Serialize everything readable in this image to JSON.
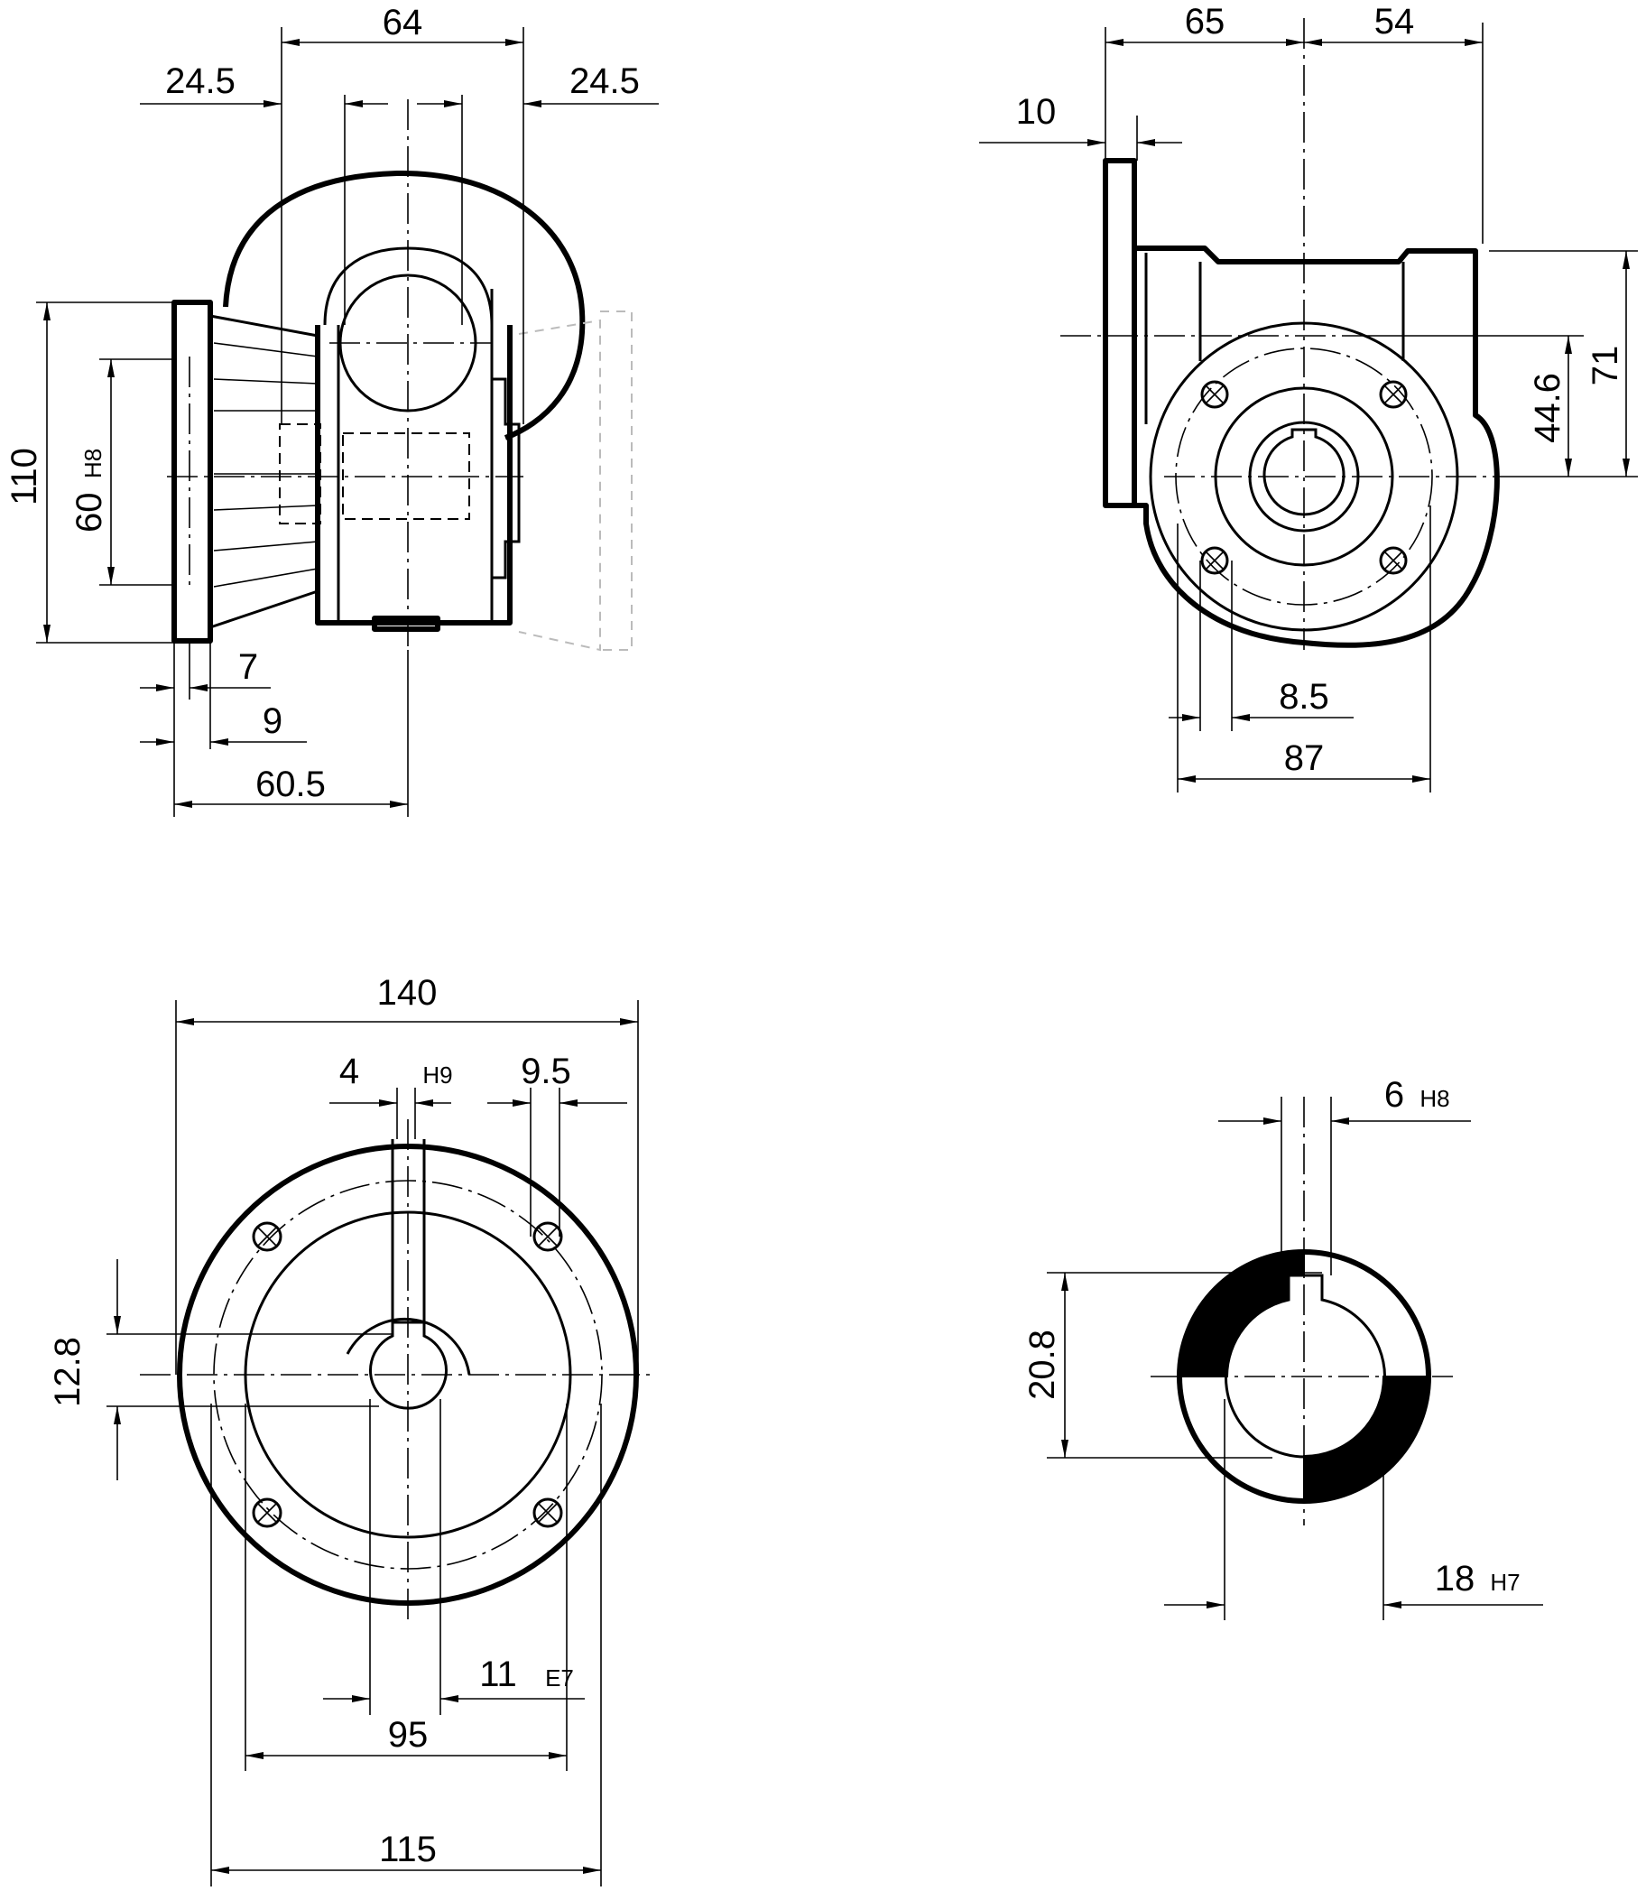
{
  "views": {
    "side": {
      "dims": {
        "d64": "64",
        "d24_5_left": "24.5",
        "d24_5_right": "24.5",
        "d110": "110",
        "d60": "60",
        "d60_tol": "H8",
        "d7": "7",
        "d9": "9",
        "d60_5": "60.5"
      }
    },
    "front": {
      "dims": {
        "d65": "65",
        "d54": "54",
        "d10": "10",
        "d44_6": "44.6",
        "d71": "71",
        "d8_5": "8.5",
        "d87": "87"
      }
    },
    "flange": {
      "dims": {
        "d140": "140",
        "d4": "4",
        "d4_tol": "H9",
        "d9_5": "9.5",
        "d12_8": "12.8",
        "d11": "11",
        "d11_tol": "E7",
        "d95": "95",
        "d115": "115"
      }
    },
    "hub": {
      "dims": {
        "d6": "6",
        "d6_tol": "H8",
        "d20_8": "20.8",
        "d18": "18",
        "d18_tol": "H7"
      }
    }
  },
  "colors": {
    "line": "#000000",
    "background": "#ffffff"
  }
}
